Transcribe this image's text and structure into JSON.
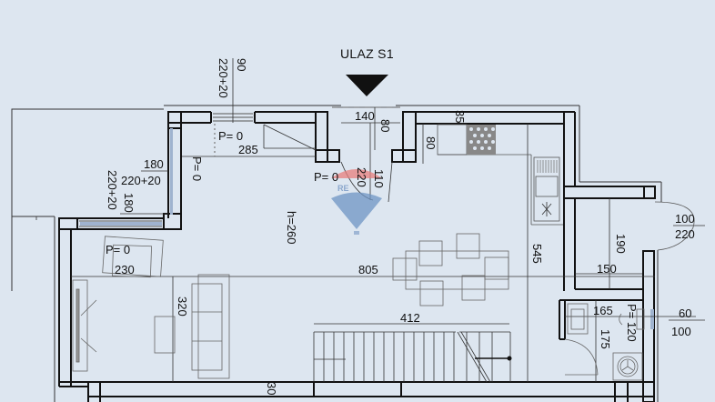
{
  "plan": {
    "entrance_label": "ULAZ S1",
    "ceiling_height": "h=260",
    "colors": {
      "background": "#dde6f0",
      "wall": "#111111",
      "thin_line": "#333333",
      "window_fill": "#9fb3cf",
      "watermark_red": "#e8807e",
      "watermark_blue": "#6f95c4"
    },
    "watermark": {
      "text": "RE",
      "brand": "RE/MAX balloon"
    },
    "dimensions": {
      "window_top_left_height": "90",
      "window_top_left_width": "220+20",
      "room_top_left_p": "P= 0",
      "room_top_left_width": "285",
      "left_window_p": "P= 0",
      "left_window_a": "180",
      "left_window_b": "220+20",
      "left_window2_a": "220+20",
      "left_window2_b": "180",
      "entry_width": "140",
      "entry_depth": "80",
      "entry_p": "P= 0",
      "entry_door_a": "220",
      "entry_door_b": "110",
      "kitchen_top": "35",
      "kitchen_depth": "80",
      "living_p": "P= 0",
      "living_230": "230",
      "living_length": "805",
      "living_depth": "320",
      "stairs_length": "412",
      "room_depth_545": "545",
      "ext_door_a": "100",
      "ext_door_b": "220",
      "storage_190": "190",
      "storage_150": "150",
      "bath_165": "165",
      "bath_p": "P= 120",
      "bath_175": "175",
      "bath_window_a": "60",
      "bath_window_b": "100",
      "bottom_30": "30"
    }
  }
}
